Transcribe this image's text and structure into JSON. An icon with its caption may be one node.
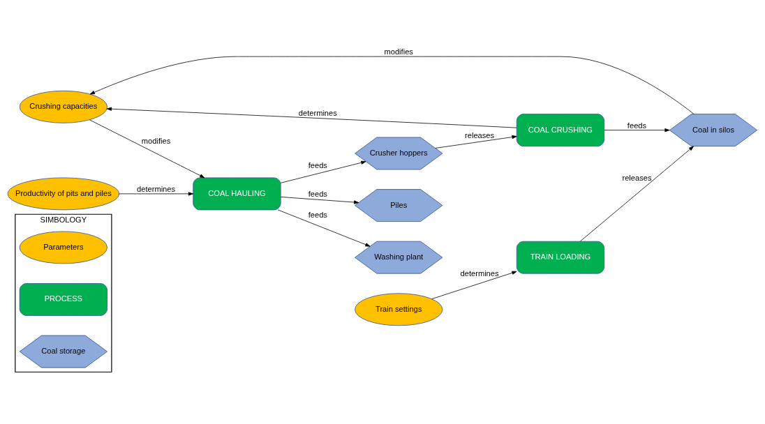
{
  "diagram": {
    "nodes": [
      {
        "text": [
          "SIMBOLOGY"
        ]
      },
      {
        "text": [
          "Parameters"
        ],
        "in": 0
      },
      {
        "text": [
          "PROCESS"
        ],
        "in": 0
      },
      {
        "text": [
          "Coal storage"
        ],
        "in": 0
      },
      {
        "text": [
          "Crushing capacities"
        ]
      },
      {
        "text": [
          "Washing plant"
        ]
      },
      {
        "text": [
          "COAL HAULING"
        ]
      },
      {
        "text": [
          "Crusher hoppers"
        ]
      },
      {
        "text": [
          "COAL CRUSHING"
        ]
      },
      {
        "text": [
          "Coal in silos"
        ]
      },
      {
        "text": [
          "Piles"
        ]
      },
      {
        "text": [
          "Productivity of pits and piles"
        ]
      },
      {
        "text": [
          "Train settings"
        ]
      },
      {
        "text": [
          "TRAIN LOADING"
        ]
      }
    ],
    "edges": [
      {
        "from": 4,
        "to": 6,
        "arrow": "to",
        "label": "modifies"
      },
      {
        "from": 9,
        "to": 4,
        "arrow": "to",
        "label": "modifies"
      },
      {
        "from": 6,
        "to": 5,
        "arrow": "to",
        "label": "feeds"
      },
      {
        "from": 6,
        "to": 7,
        "arrow": "to",
        "label": "feeds"
      },
      {
        "from": 6,
        "to": 10,
        "arrow": "to",
        "label": "feeds"
      },
      {
        "from": 7,
        "to": 8,
        "arrow": "to",
        "label": "releases"
      },
      {
        "from": 8,
        "to": 4,
        "arrow": "to",
        "label": "determines"
      },
      {
        "from": 8,
        "to": 9,
        "arrow": "to",
        "label": "feeds"
      },
      {
        "from": 11,
        "to": 6,
        "arrow": "to",
        "label": "determines"
      },
      {
        "from": 12,
        "to": 13,
        "arrow": "to",
        "label": "determines"
      },
      {
        "from": 13,
        "to": 9,
        "arrow": "to",
        "label": "releases"
      }
    ]
  }
}
